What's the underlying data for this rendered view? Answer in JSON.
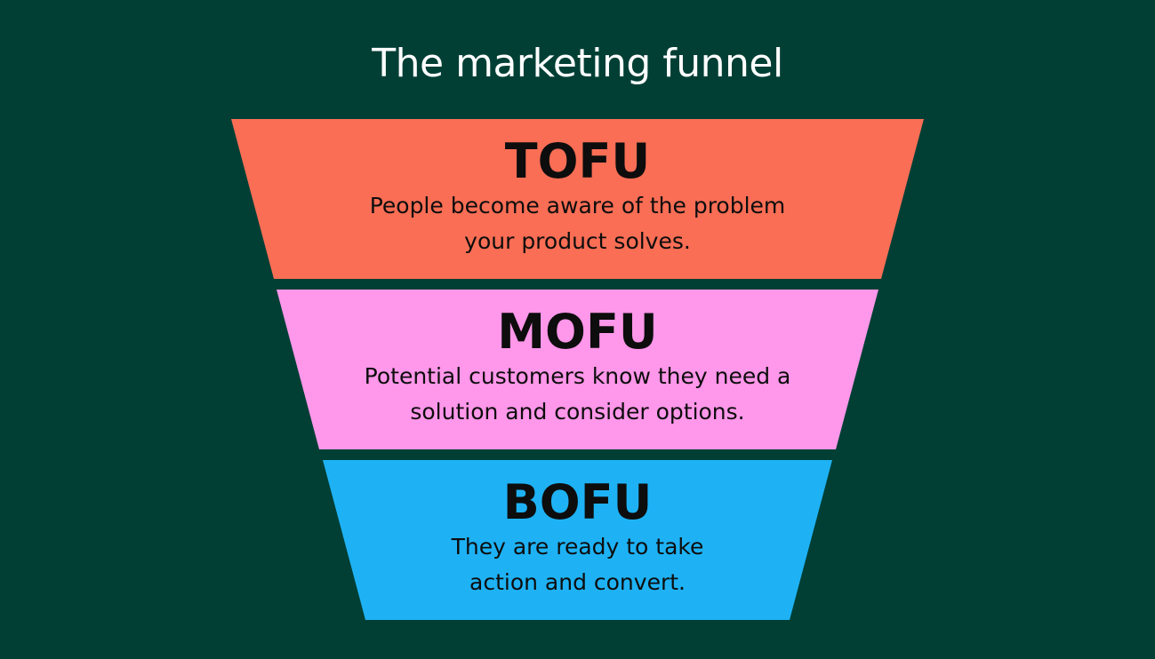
{
  "title": "The marketing funnel",
  "colors": {
    "background": "#013f35",
    "tofu": "#f96e55",
    "mofu": "#ff97ea",
    "bofu": "#1eb2f5",
    "title_text": "#ffffff",
    "stage_text": "#0d0d0d"
  },
  "stages": [
    {
      "name": "TOFU",
      "desc_line1": "People become aware of the problem",
      "desc_line2": "your product solves."
    },
    {
      "name": "MOFU",
      "desc_line1": "Potential customers know they need a",
      "desc_line2": "solution and consider options."
    },
    {
      "name": "BOFU",
      "desc_line1": "They are ready to take",
      "desc_line2": "action and convert."
    }
  ]
}
